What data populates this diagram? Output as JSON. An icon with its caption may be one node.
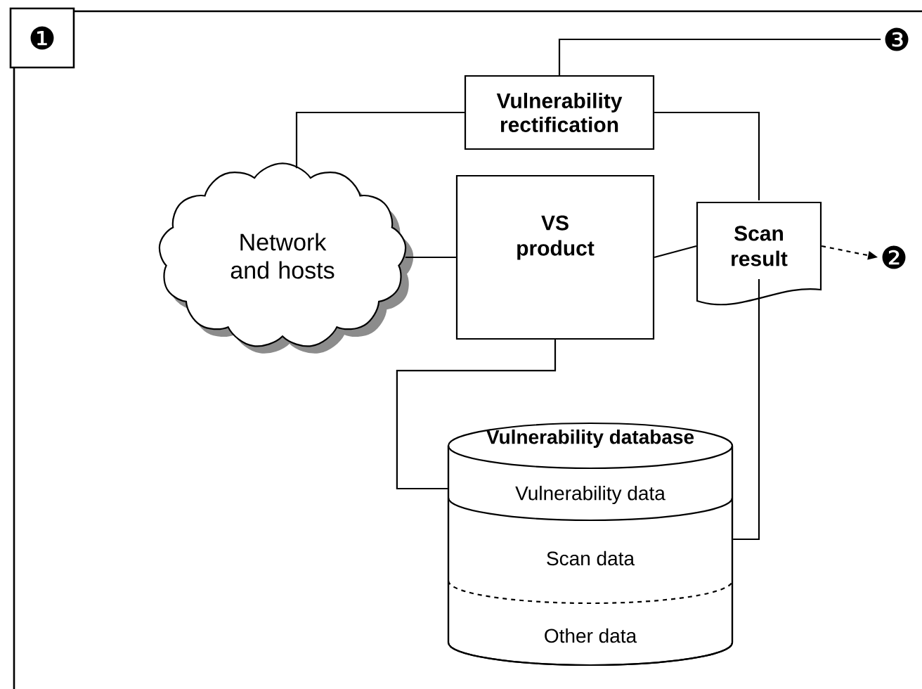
{
  "diagram": {
    "nodes": [
      {
        "text": [
          "❶"
        ]
      },
      {
        "text": [
          "Vulnerability rectification"
        ]
      },
      {
        "text": [
          "Network and hosts"
        ]
      },
      {
        "text": [
          "VS product"
        ]
      },
      {
        "text": [
          "Scan result"
        ]
      },
      {
        "text": [
          "Vulnerability database"
        ]
      },
      {
        "text": [
          "Vulnerability data"
        ],
        "in": 5
      },
      {
        "text": [
          "Scan data"
        ],
        "in": 5
      },
      {
        "text": [
          "Other data"
        ],
        "in": 5
      },
      {
        "text": [
          "❸"
        ]
      },
      {
        "text": [
          "❷"
        ]
      }
    ],
    "edges": [
      {
        "from": 1,
        "to": 2,
        "arrow": "none"
      },
      {
        "from": 1,
        "to": 4,
        "arrow": "none"
      },
      {
        "from": 1,
        "to": 9,
        "arrow": "none"
      },
      {
        "from": 2,
        "to": 3,
        "arrow": "none"
      },
      {
        "from": 3,
        "to": 4,
        "arrow": "none"
      },
      {
        "from": 4,
        "to": 10,
        "arrow": "to",
        "style": "dashed"
      },
      {
        "from": 3,
        "to": 6,
        "arrow": "none"
      },
      {
        "from": 4,
        "to": 7,
        "arrow": "none"
      }
    ]
  }
}
